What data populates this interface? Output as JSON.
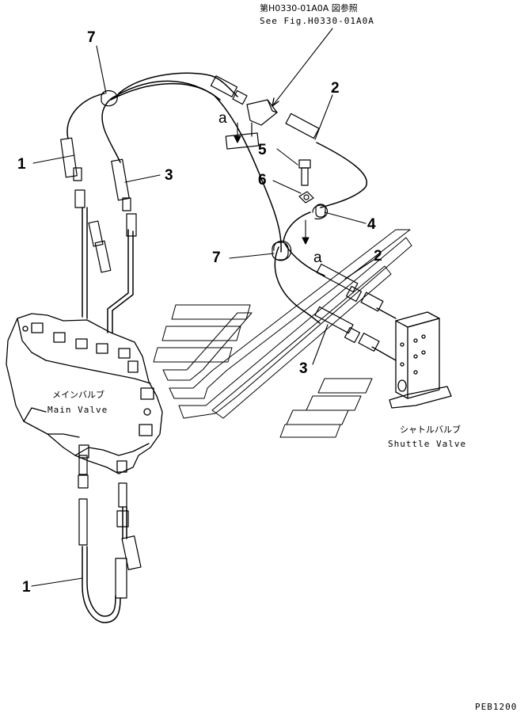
{
  "reference": {
    "jp": "第H0330-01A0A 図参照",
    "en": "See Fig.H0330-01A0A"
  },
  "callouts": {
    "c1_top": "1",
    "c1_bottom": "1",
    "c2_top": "2",
    "c2_mid": "2",
    "c3_left": "3",
    "c3_right": "3",
    "c4": "4",
    "c5": "5",
    "c6": "6",
    "c7_top": "7",
    "c7_mid": "7"
  },
  "markers": {
    "a_upper": "a",
    "a_lower": "a"
  },
  "components": {
    "main_valve_jp": "メインバルブ",
    "main_valve_en": "Main Valve",
    "shuttle_valve_jp": "シャトルバルブ",
    "shuttle_valve_en": "Shuttle Valve"
  },
  "drawing_code": "PEB1200"
}
